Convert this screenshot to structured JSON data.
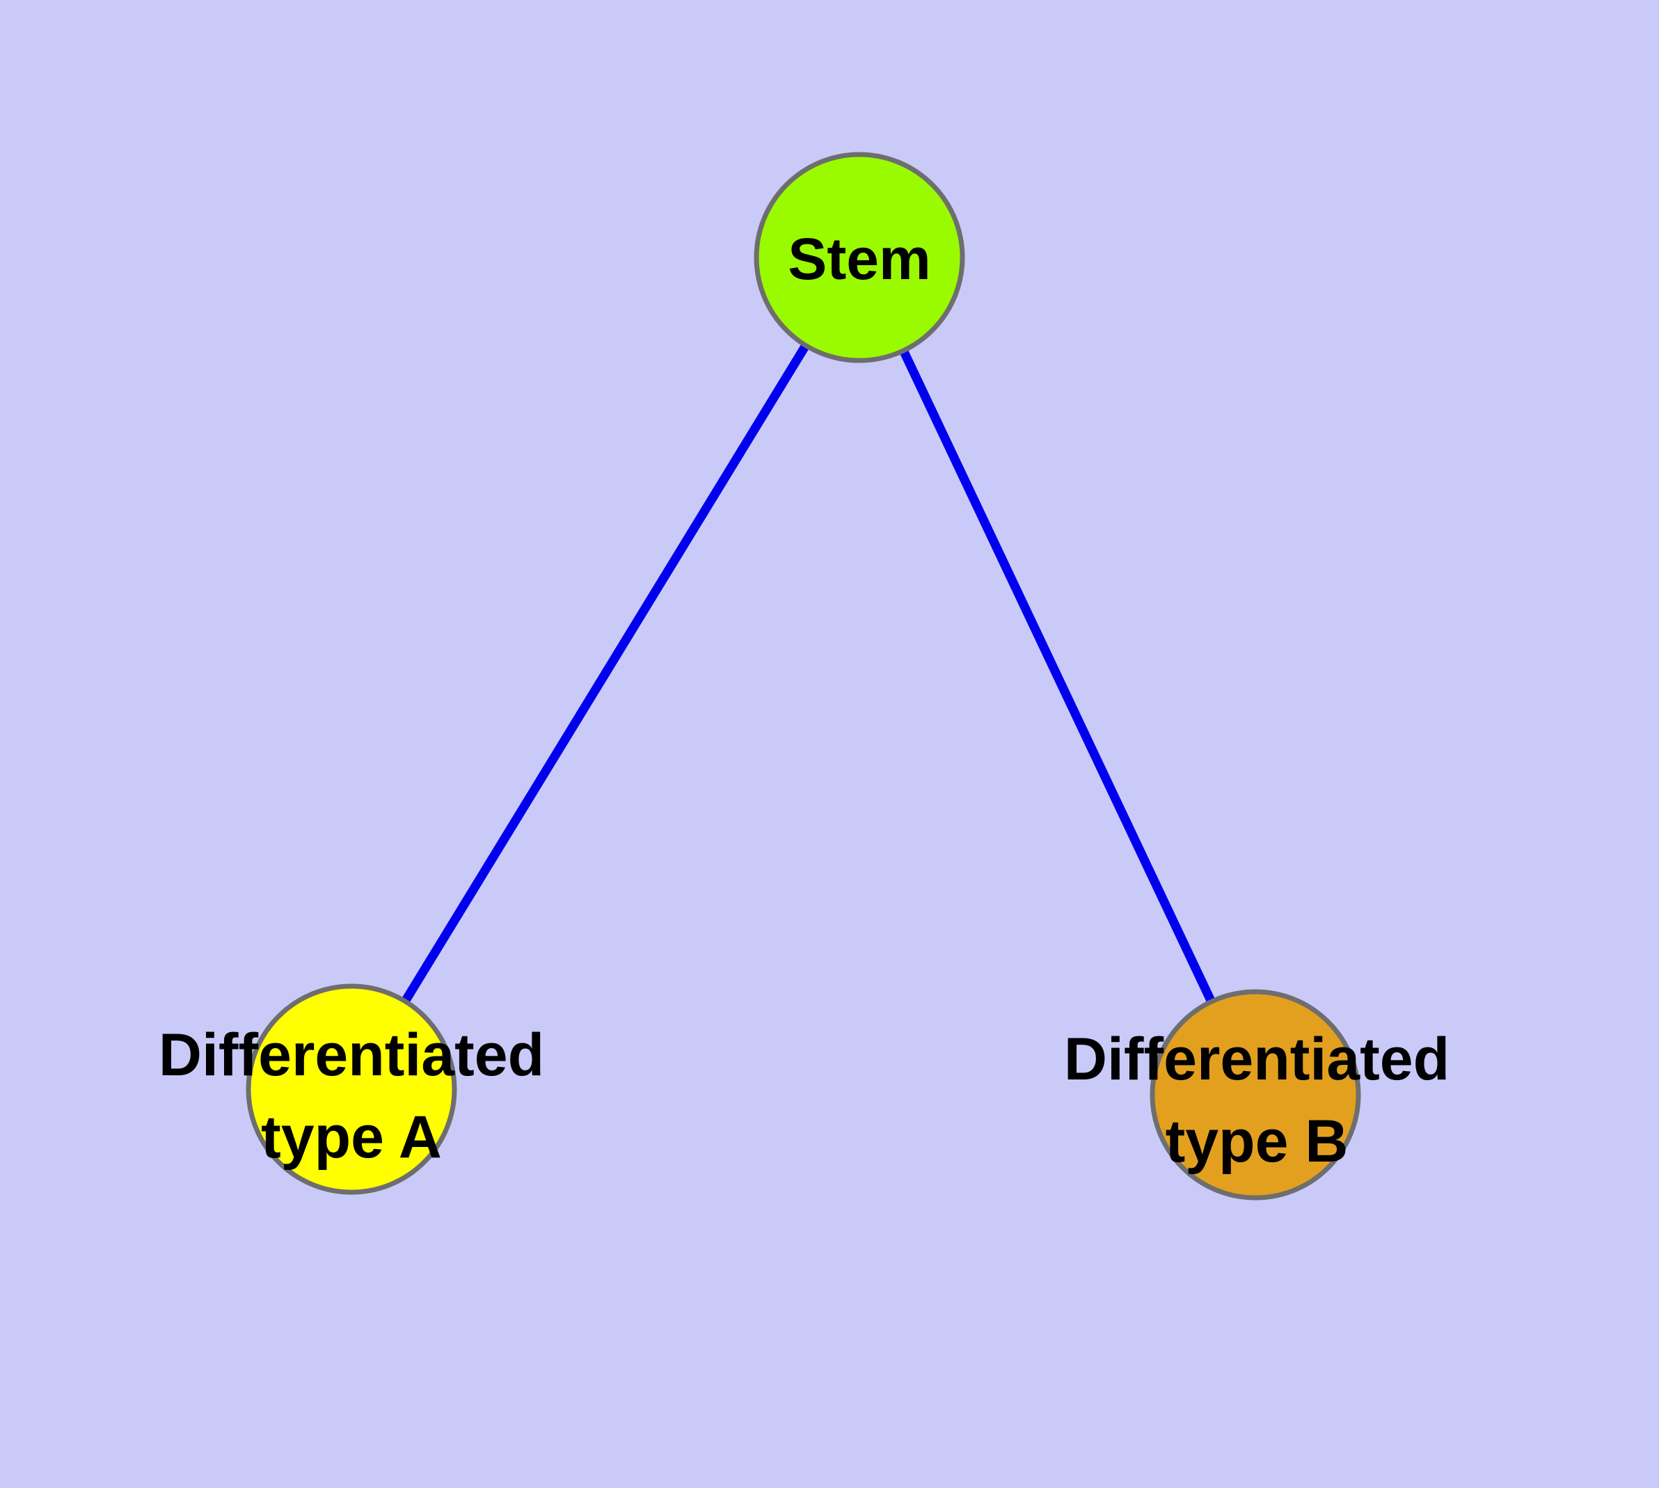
{
  "canvas": {
    "background_color": "#CACAF9"
  },
  "diagram": {
    "type": "node-link-graph",
    "edge_color": "#0000EE",
    "node_border_color": "#6E6E6E",
    "nodes": [
      {
        "id": "stem",
        "label": "Stem",
        "fill_color": "#9AFB00"
      },
      {
        "id": "differentiated-type-a",
        "label": "Differentiated type A",
        "label_line1": "Differentiated",
        "label_line2": "type A",
        "fill_color": "#FFFF00"
      },
      {
        "id": "differentiated-type-b",
        "label": "Differentiated type B",
        "label_line1": "Differentiated",
        "label_line2": "type B",
        "fill_color": "#E3A01F"
      }
    ],
    "edges": [
      {
        "from": "Stem",
        "to": "Differentiated type A"
      },
      {
        "from": "Stem",
        "to": "Differentiated type B"
      }
    ]
  }
}
